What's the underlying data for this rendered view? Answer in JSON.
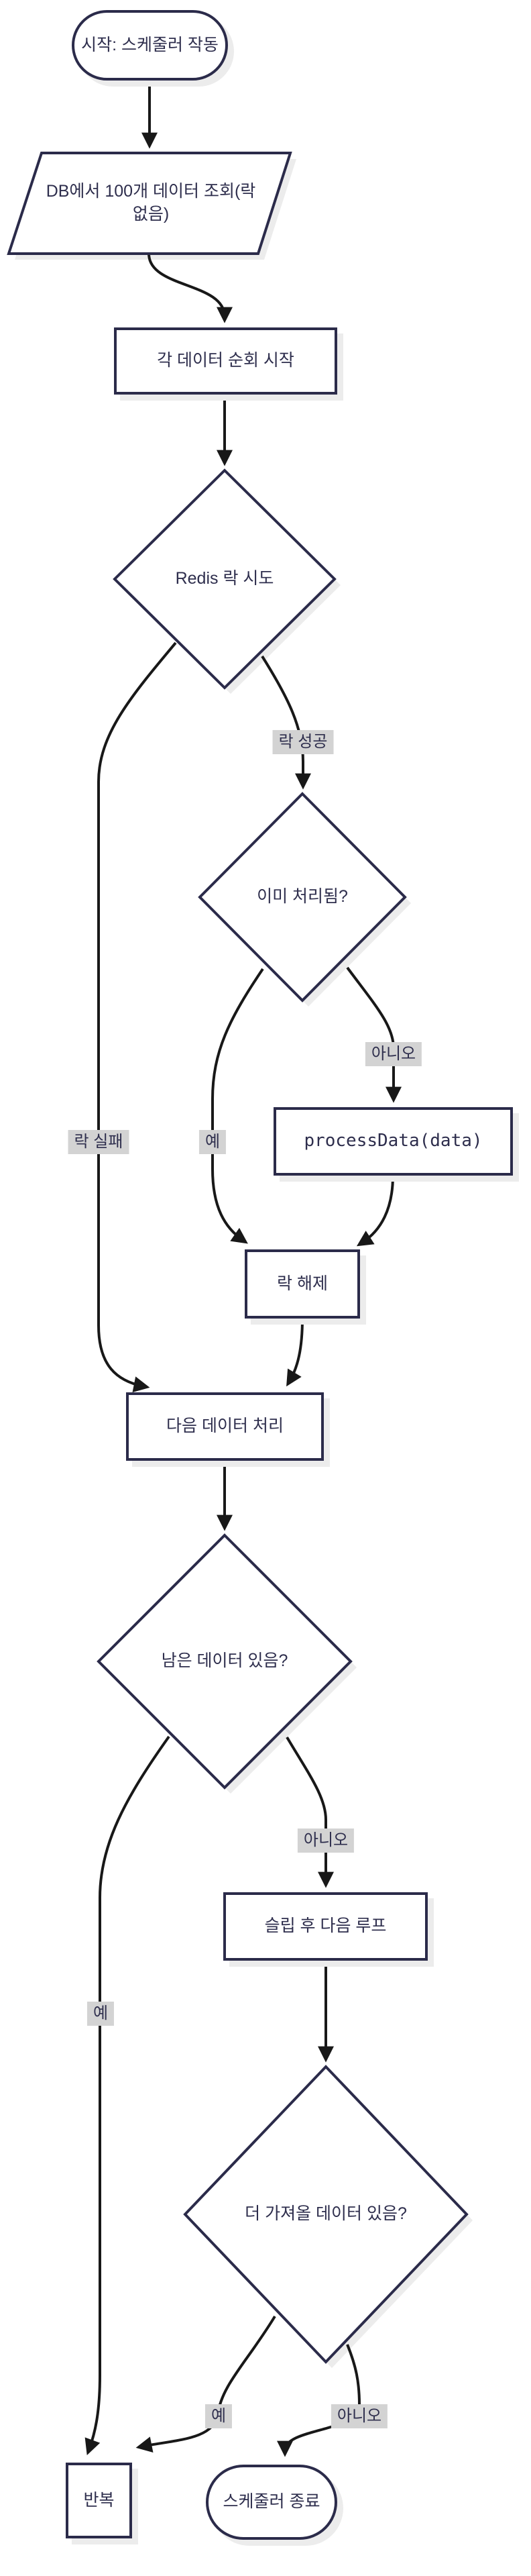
{
  "diagram": {
    "type": "flowchart",
    "direction": "top-down",
    "colors": {
      "background": "#ffffff",
      "node_fill": "#ffffff",
      "node_border": "#2b2b4a",
      "node_text": "#2e2e4d",
      "edge_line": "#181818",
      "edge_label_bg": "#d3d3d3",
      "shadow": "#ececec"
    },
    "nodes": [
      {
        "id": "start",
        "shape": "stadium",
        "label": "시작: 스케줄러 작동"
      },
      {
        "id": "query",
        "shape": "parallelogram",
        "label": "DB에서 100개 데이터 조회(락 없음)"
      },
      {
        "id": "iterate",
        "shape": "rect",
        "label": "각 데이터 순회 시작"
      },
      {
        "id": "redisLock",
        "shape": "diamond",
        "label": "Redis 락 시도"
      },
      {
        "id": "already",
        "shape": "diamond",
        "label": "이미 처리됨?"
      },
      {
        "id": "process",
        "shape": "rect",
        "label": "processData(data)"
      },
      {
        "id": "unlock",
        "shape": "rect",
        "label": "락 해제"
      },
      {
        "id": "next",
        "shape": "rect",
        "label": "다음 데이터 처리"
      },
      {
        "id": "remaining",
        "shape": "diamond",
        "label": "남은 데이터 있음?"
      },
      {
        "id": "sleep",
        "shape": "rect",
        "label": "슬립 후 다음 루프"
      },
      {
        "id": "more",
        "shape": "diamond",
        "label": "더 가져올 데이터 있음?"
      },
      {
        "id": "repeat",
        "shape": "rect",
        "label": "반복"
      },
      {
        "id": "end",
        "shape": "stadium",
        "label": "스케줄러 종료"
      }
    ],
    "edges": [
      {
        "from": "start",
        "to": "query",
        "label": ""
      },
      {
        "from": "query",
        "to": "iterate",
        "label": ""
      },
      {
        "from": "iterate",
        "to": "redisLock",
        "label": ""
      },
      {
        "from": "redisLock",
        "to": "next",
        "label": "락 실패"
      },
      {
        "from": "redisLock",
        "to": "already",
        "label": "락 성공"
      },
      {
        "from": "already",
        "to": "process",
        "label": "아니오"
      },
      {
        "from": "already",
        "to": "unlock",
        "label": "예"
      },
      {
        "from": "process",
        "to": "unlock",
        "label": ""
      },
      {
        "from": "unlock",
        "to": "next",
        "label": ""
      },
      {
        "from": "next",
        "to": "remaining",
        "label": ""
      },
      {
        "from": "remaining",
        "to": "repeat",
        "label": "예"
      },
      {
        "from": "remaining",
        "to": "sleep",
        "label": "아니오"
      },
      {
        "from": "sleep",
        "to": "more",
        "label": ""
      },
      {
        "from": "more",
        "to": "repeat",
        "label": "예"
      },
      {
        "from": "more",
        "to": "end",
        "label": "아니오"
      }
    ]
  }
}
